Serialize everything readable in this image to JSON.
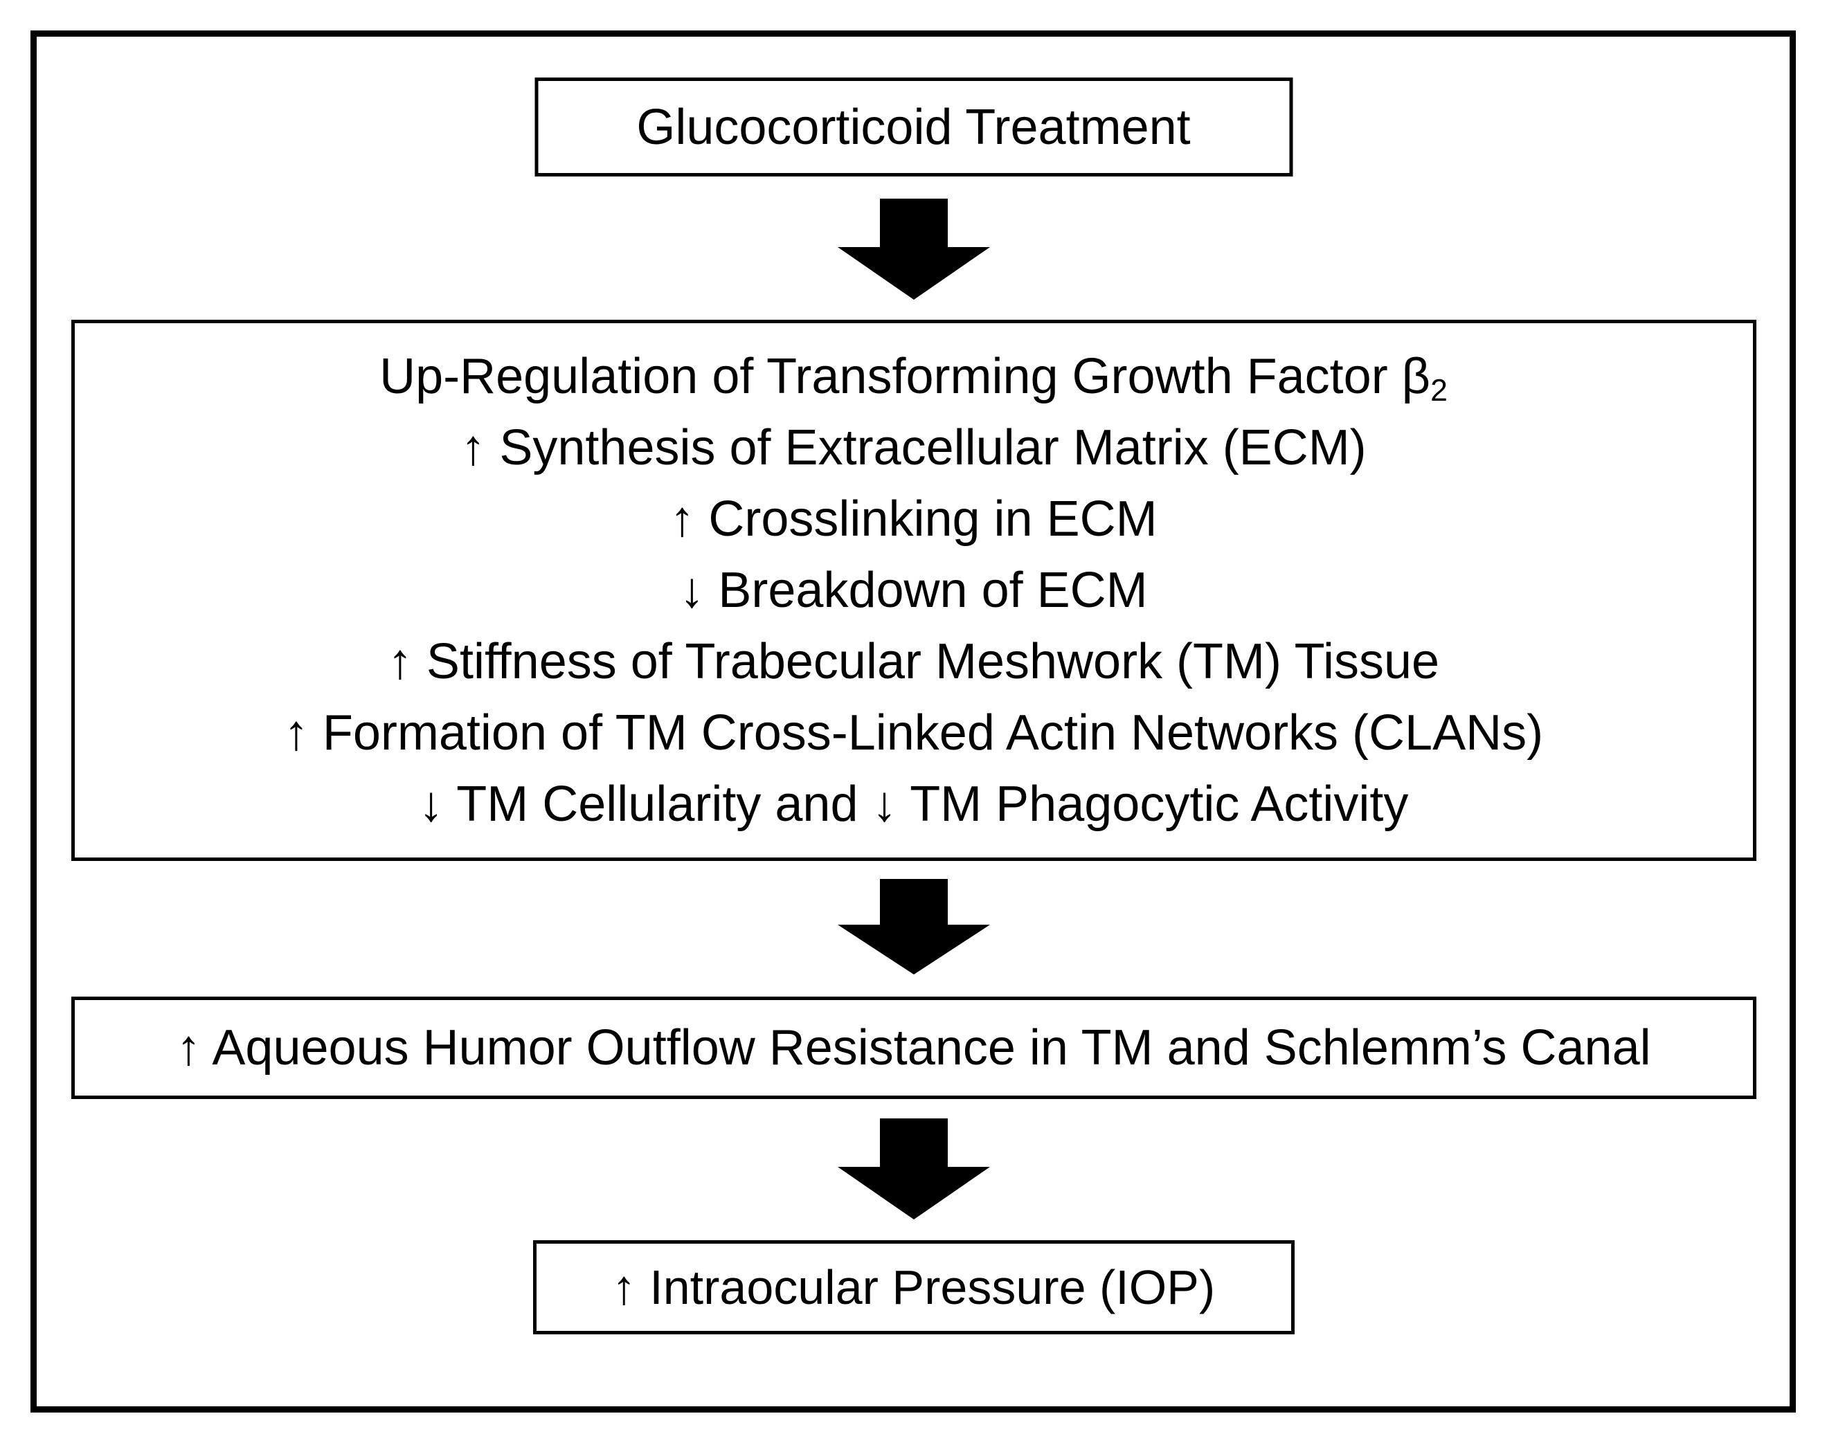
{
  "diagram": {
    "colors": {
      "ink": "#000000",
      "background": "#ffffff"
    },
    "icons": {
      "flow_arrow": "down-block-arrow",
      "increase": "↑",
      "decrease": "↓"
    },
    "top_box": {
      "label": "Glucocorticoid Treatment"
    },
    "process_box": {
      "lines": [
        {
          "text": "Up-Regulation of Transforming Growth Factor β",
          "sub": "2"
        },
        {
          "text": "↑ Synthesis of Extracellular Matrix (ECM)"
        },
        {
          "text": "↑ Crosslinking in ECM"
        },
        {
          "text": "↓ Breakdown of ECM"
        },
        {
          "text": "↑ Stiffness of Trabecular Meshwork (TM) Tissue"
        },
        {
          "text": "↑ Formation of TM Cross-Linked Actin Networks (CLANs)"
        },
        {
          "text": "↓ TM Cellularity and ↓ TM Phagocytic Activity"
        }
      ]
    },
    "outflow_box": {
      "label": "↑ Aqueous Humor Outflow Resistance in TM and Schlemm’s Canal"
    },
    "iop_box": {
      "label": "↑ Intraocular Pressure (IOP)"
    }
  }
}
